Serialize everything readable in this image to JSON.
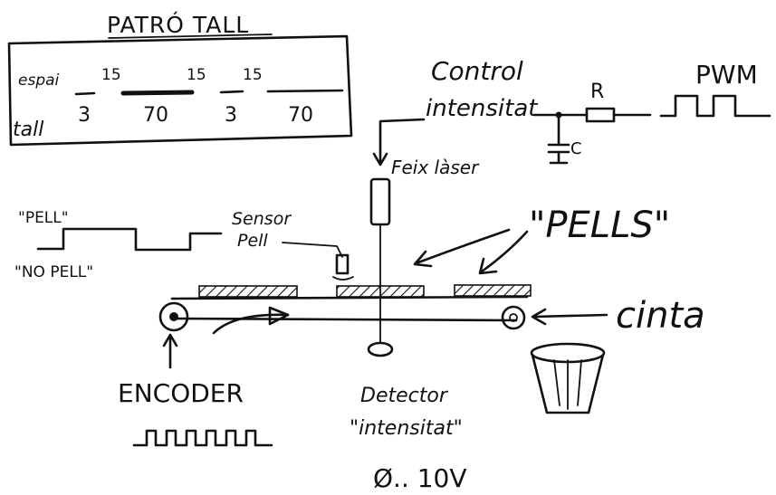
{
  "pattern_box": {
    "title": "PATRÓ TALL",
    "row_spaces_label": "espai",
    "row_cut_label": "tall",
    "spaces": [
      "15",
      "15",
      "15"
    ],
    "cuts": [
      "3",
      "70",
      "3",
      "70"
    ]
  },
  "laser_control": {
    "label_line1": "Control",
    "label_line2": "intensitat",
    "resistor_label": "R",
    "capacitor_label": "C",
    "pwm_label": "PWM",
    "beam_label": "Feix làser"
  },
  "sensor": {
    "signal_high_label": "\"PELL\"",
    "signal_low_label": "\"NO PELL\"",
    "label_line1": "Sensor",
    "label_line2": "Pell"
  },
  "pieces_label": "\"PELLS\"",
  "belt_label": "cinta",
  "encoder_label": "ENCODER",
  "detector": {
    "label_line1": "Detector",
    "label_line2": "\"intensitat\"",
    "range": "Ø.. 10V"
  }
}
